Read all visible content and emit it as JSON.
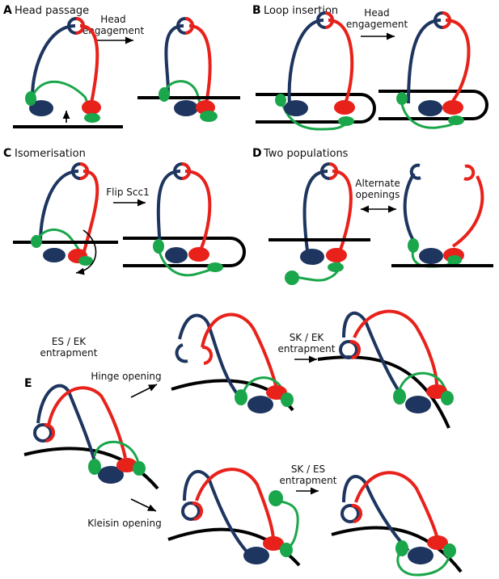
{
  "panels": {
    "A": {
      "letter": "A",
      "title": "Head passage",
      "arrow_text_1": "Head",
      "arrow_text_2": "engagement"
    },
    "B": {
      "letter": "B",
      "title": "Loop insertion",
      "arrow_text_1": "Head",
      "arrow_text_2": "engagement"
    },
    "C": {
      "letter": "C",
      "title": "Isomerisation",
      "arrow_text": "Flip Scc1"
    },
    "D": {
      "letter": "D",
      "title": "Two populations",
      "arrow_text_1": "Alternate",
      "arrow_text_2": "openings"
    },
    "E": {
      "letter": "E",
      "start_text_1": "ES / EK",
      "start_text_2": "entrapment",
      "hinge_opening": "Hinge opening",
      "kleisin_opening": "Kleisin opening",
      "sk_ek_1": "SK / EK",
      "sk_ek_2": "entrapment",
      "sk_es_1": "SK / ES",
      "sk_es_2": "entrapment"
    }
  },
  "colors": {
    "navy": "#1d355f",
    "red": "#e8211b",
    "green": "#1aa64a",
    "dna": "#000000"
  }
}
